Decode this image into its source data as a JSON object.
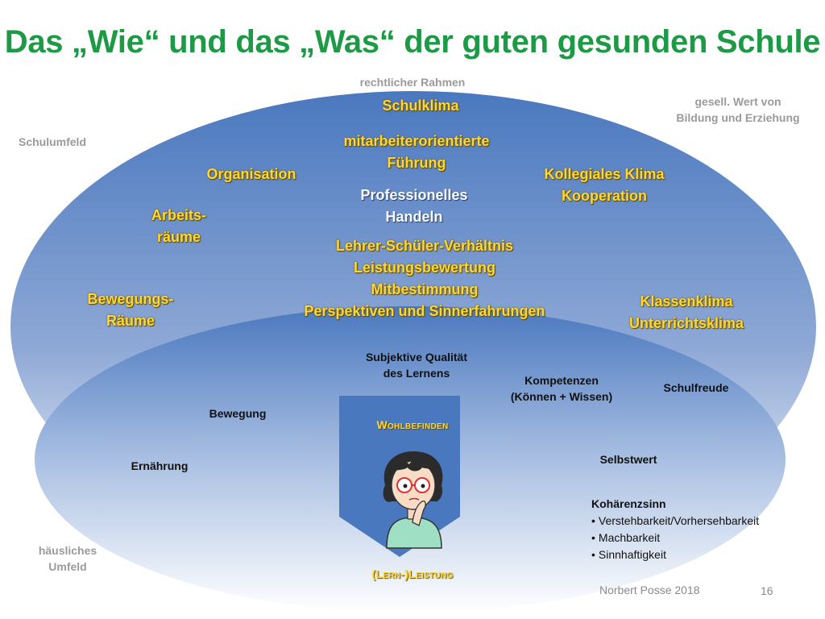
{
  "title": "Das „Wie“ und das „Was“ der guten gesunden Schule",
  "context": {
    "legal_frame": "rechtlicher Rahmen",
    "social_value": [
      "gesell. Wert von",
      "Bildung und Erziehung"
    ],
    "school_environment": "Schulumfeld",
    "home_environment": [
      "häusliches",
      "Umfeld"
    ]
  },
  "how": {
    "school_climate": "Schulklima",
    "leadership": [
      "mitarbeiterorientierte",
      "Führung"
    ],
    "organisation": "Organisation",
    "collegial": [
      "Kollegiales Klima",
      "Kooperation"
    ],
    "professional": [
      "Professionelles",
      "Handeln"
    ],
    "workrooms": [
      "Arbeits-",
      "räume"
    ],
    "relations": [
      "Lehrer-Schüler-Verhältnis",
      "Leistungsbewertung",
      "Mitbestimmung",
      "Perspektiven und Sinnerfahrungen"
    ],
    "movement_rooms": [
      "Bewegungs-",
      "Räume"
    ],
    "class_climate": [
      "Klassenklima",
      "Unterrichtsklima"
    ]
  },
  "what": {
    "learning_quality": [
      "Subjektive Qualität",
      "des Lernens"
    ],
    "competences": [
      "Kompetenzen",
      "(Können + Wissen)"
    ],
    "joy": "Schulfreude",
    "movement": "Bewegung",
    "wellbeing": "Wohlbefinden",
    "nutrition": "Ernährung",
    "self_worth": "Selbstwert",
    "coherence": {
      "heading": "Kohärenzsinn",
      "items": [
        "Verstehbarkeit/Vorhersehbarkeit",
        "Machbarkeit",
        "Sinnhaftigkeit"
      ]
    },
    "performance": "(Lern-)Leistung"
  },
  "footer": {
    "author": "Norbert Posse 2018",
    "page": "16"
  },
  "colors": {
    "title_green": "#1e9a46",
    "accent_yellow": "#ffd633",
    "ellipse_blue": "#4a7bc2",
    "context_grey": "#9a9a9a"
  },
  "icons": {
    "figure": "thinking-child-illustration"
  }
}
